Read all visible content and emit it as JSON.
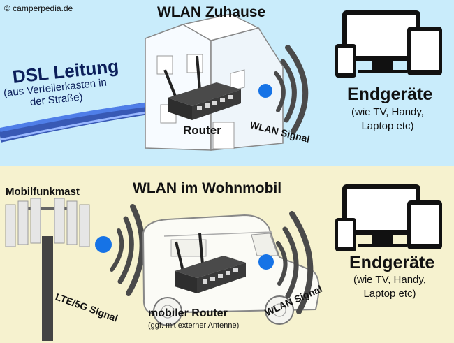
{
  "copyright": "© camperpedia.de",
  "top": {
    "title": "WLAN Zuhause",
    "dsl_title": "DSL Leitung",
    "dsl_sub_line1": "(aus Verteilerkasten in",
    "dsl_sub_line2": "der Straße)",
    "router_label": "Router",
    "signal_label": "WLAN Signal",
    "devices_title": "Endgeräte",
    "devices_line1": "(wie TV, Handy,",
    "devices_line2": "Laptop etc)"
  },
  "bottom": {
    "title": "WLAN im Wohnmobil",
    "tower_label": "Mobilfunkmast",
    "lte_label": "LTE/5G Signal",
    "router_label": "mobiler Router",
    "router_sub": "(ggf. mit externer Antenne)",
    "signal_label": "WLAN Signal",
    "devices_title": "Endgeräte",
    "devices_line1": "(wie TV, Handy,",
    "devices_line2": "Laptop etc)"
  },
  "colors": {
    "top_background": "#c9ecfb",
    "bottom_background": "#f6f2cf",
    "signal_dot": "#1673e6",
    "cable": "#2a57c9",
    "signal_waves": "#4a4a4a"
  }
}
